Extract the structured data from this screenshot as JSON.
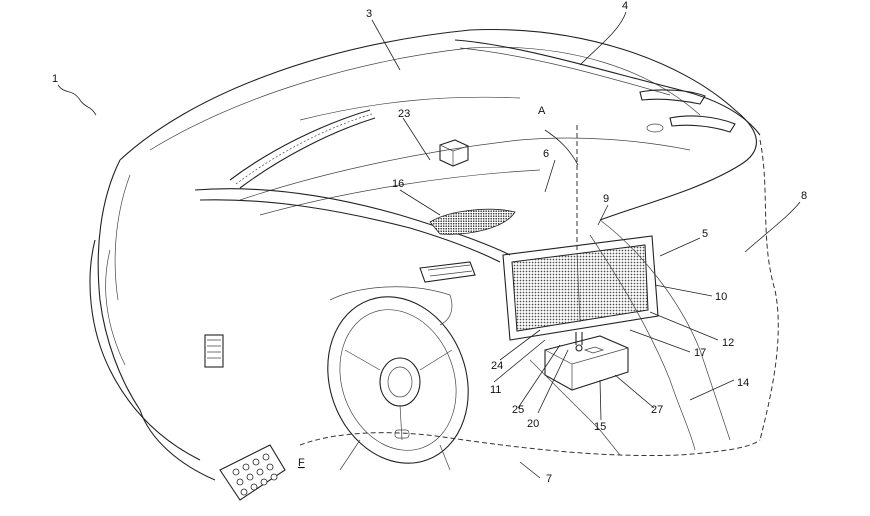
{
  "figure": {
    "labels": {
      "l1": "1",
      "l3": "3",
      "l4": "4",
      "l5": "5",
      "l6": "6",
      "l7": "7",
      "l8": "8",
      "l9": "9",
      "l10": "10",
      "l11": "11",
      "l12": "12",
      "l14": "14",
      "l15": "15",
      "l16": "16",
      "l17": "17",
      "l20": "20",
      "l23": "23",
      "l24": "24",
      "l25": "25",
      "l27": "27",
      "lA": "A",
      "lF": "F"
    }
  }
}
